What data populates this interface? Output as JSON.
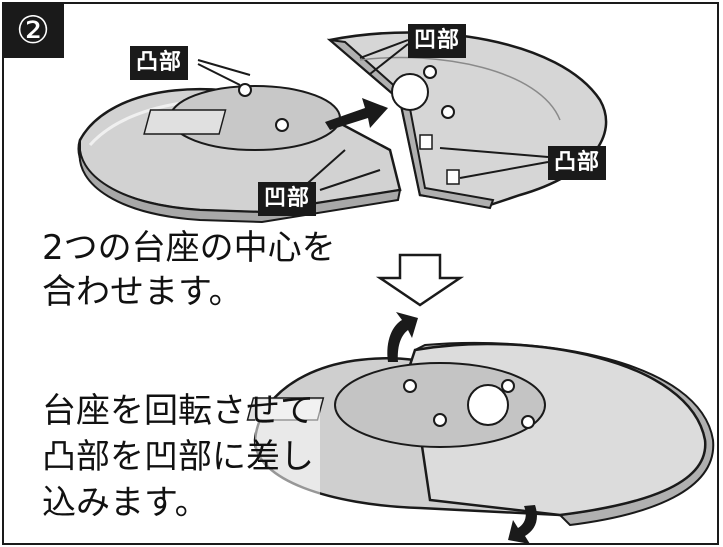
{
  "step": "②",
  "labels": {
    "convex_top_left": "凸部",
    "concave_top_right": "凹部",
    "convex_right": "凸部",
    "concave_bottom_left": "凹部"
  },
  "instructions": {
    "step1": "2つの台座の中心を\n合わせます。",
    "step2": "台座を回転させて\n凸部を凹部に差し\n込みます。"
  },
  "colors": {
    "base_fill": "#d2d2d2",
    "base_light": "#e8e8e8",
    "outline": "#1a1a1a",
    "label_bg": "#1a1a1a"
  }
}
